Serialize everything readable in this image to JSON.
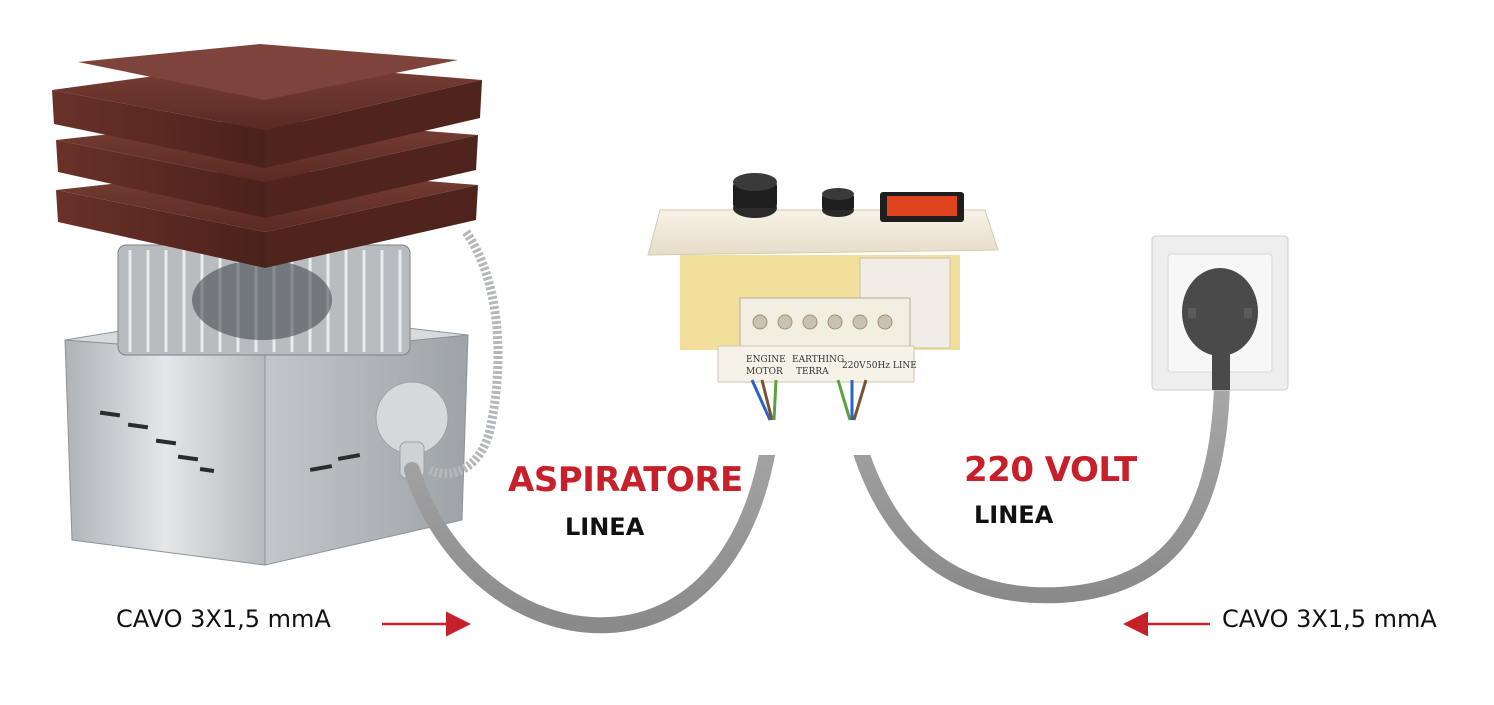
{
  "labels": {
    "aspiratore": "ASPIRATORE",
    "volt": "220 VOLT",
    "linea_left": "LINEA",
    "linea_right": "LINEA",
    "cavo_left": "CAVO 3X1,5 mmA",
    "cavo_right": "CAVO 3X1,5 mmA"
  },
  "terminals": {
    "engine": "ENGINE",
    "motor": "MOTOR",
    "earthing": "EARTHING",
    "terra": "TERRA",
    "v220": "220V",
    "line": "50Hz LINE"
  },
  "colors": {
    "accent_red": "#c8202a",
    "cap_brown": "#5a2a22",
    "cable_grey": "#9a9a9a",
    "steel": "#c9ccd0"
  }
}
